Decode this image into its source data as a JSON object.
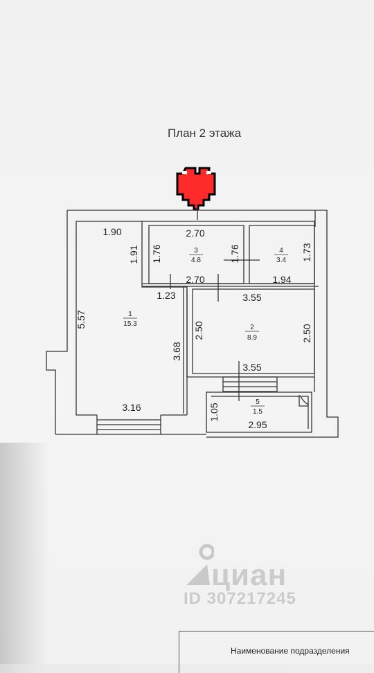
{
  "title": "План 2 этажа",
  "icon": {
    "name": "heart-icon",
    "color": "#ff2020"
  },
  "rooms": [
    {
      "number": "1",
      "area": "15.3"
    },
    {
      "number": "2",
      "area": "8.9"
    },
    {
      "number": "3",
      "area": "4.8"
    },
    {
      "number": "4",
      "area": "3.4"
    },
    {
      "number": "5",
      "area": "1.5"
    }
  ],
  "dimensions": {
    "r1_top": "1.90",
    "r1_right_upper": "1.91",
    "r1_left": "5.57",
    "r1_mid": "1.23",
    "r1_right_lower": "3.68",
    "r1_bottom": "3.16",
    "r3_top": "2.70",
    "r3_left": "1.76",
    "r3_right": "1.76",
    "r3_bottom": "2.70",
    "r4_right": "1.73",
    "r4_bottom": "1.94",
    "r2_top": "3.55",
    "r2_left": "2.50",
    "r2_right": "2.50",
    "r2_bottom": "3.55",
    "r5_height": "1.05",
    "r5_width": "2.95"
  },
  "watermark": {
    "brand": "циан",
    "id": "ID 307217245"
  },
  "footer": {
    "label": "Наименование подразделения"
  }
}
